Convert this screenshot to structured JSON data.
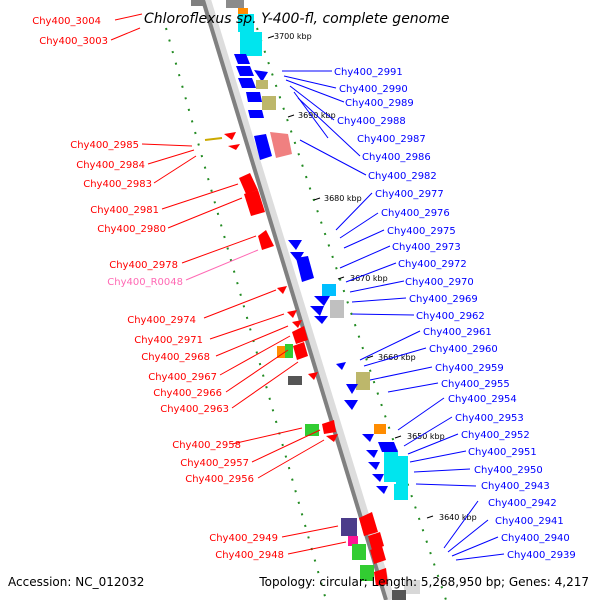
{
  "title": "Chloroflexus sp. Y-400-fl, complete genome",
  "accession": "Accession: NC_012032",
  "summary": "Topology: circular; Length: 5,268,950 bp; Genes: 4,217",
  "colors": {
    "minus_strand": "#ff0000",
    "plus_strand": "#0000ff",
    "rna": "#ff69b4",
    "backbone": "#808080",
    "gc_dots": "#228b22"
  },
  "scale_ticks": [
    "3700 kbp",
    "3690 kbp",
    "3680 kbp",
    "3670 kbp",
    "3660 kbp",
    "3650 kbp",
    "3640 kbp"
  ],
  "left_labels": [
    {
      "text": "Chy400_3004",
      "color": "red"
    },
    {
      "text": "Chy400_3003",
      "color": "red"
    },
    {
      "text": "Chy400_2985",
      "color": "red"
    },
    {
      "text": "Chy400_2984",
      "color": "red"
    },
    {
      "text": "Chy400_2983",
      "color": "red"
    },
    {
      "text": "Chy400_2981",
      "color": "red"
    },
    {
      "text": "Chy400_2980",
      "color": "red"
    },
    {
      "text": "Chy400_2978",
      "color": "red"
    },
    {
      "text": "Chy400_R0048",
      "color": "pink"
    },
    {
      "text": "Chy400_2974",
      "color": "red"
    },
    {
      "text": "Chy400_2971",
      "color": "red"
    },
    {
      "text": "Chy400_2968",
      "color": "red"
    },
    {
      "text": "Chy400_2967",
      "color": "red"
    },
    {
      "text": "Chy400_2966",
      "color": "red"
    },
    {
      "text": "Chy400_2963",
      "color": "red"
    },
    {
      "text": "Chy400_2958",
      "color": "red"
    },
    {
      "text": "Chy400_2957",
      "color": "red"
    },
    {
      "text": "Chy400_2956",
      "color": "red"
    },
    {
      "text": "Chy400_2949",
      "color": "red"
    },
    {
      "text": "Chy400_2948",
      "color": "red"
    }
  ],
  "right_labels": [
    {
      "text": "Chy400_2991"
    },
    {
      "text": "Chy400_2990"
    },
    {
      "text": "Chy400_2989"
    },
    {
      "text": "Chy400_2988"
    },
    {
      "text": "Chy400_2987"
    },
    {
      "text": "Chy400_2986"
    },
    {
      "text": "Chy400_2982"
    },
    {
      "text": "Chy400_2977"
    },
    {
      "text": "Chy400_2976"
    },
    {
      "text": "Chy400_2975"
    },
    {
      "text": "Chy400_2973"
    },
    {
      "text": "Chy400_2972"
    },
    {
      "text": "Chy400_2970"
    },
    {
      "text": "Chy400_2969"
    },
    {
      "text": "Chy400_2962"
    },
    {
      "text": "Chy400_2961"
    },
    {
      "text": "Chy400_2960"
    },
    {
      "text": "Chy400_2959"
    },
    {
      "text": "Chy400_2955"
    },
    {
      "text": "Chy400_2954"
    },
    {
      "text": "Chy400_2953"
    },
    {
      "text": "Chy400_2952"
    },
    {
      "text": "Chy400_2951"
    },
    {
      "text": "Chy400_2950"
    },
    {
      "text": "Chy400_2943"
    },
    {
      "text": "Chy400_2942"
    },
    {
      "text": "Chy400_2941"
    },
    {
      "text": "Chy400_2940"
    },
    {
      "text": "Chy400_2939"
    }
  ]
}
